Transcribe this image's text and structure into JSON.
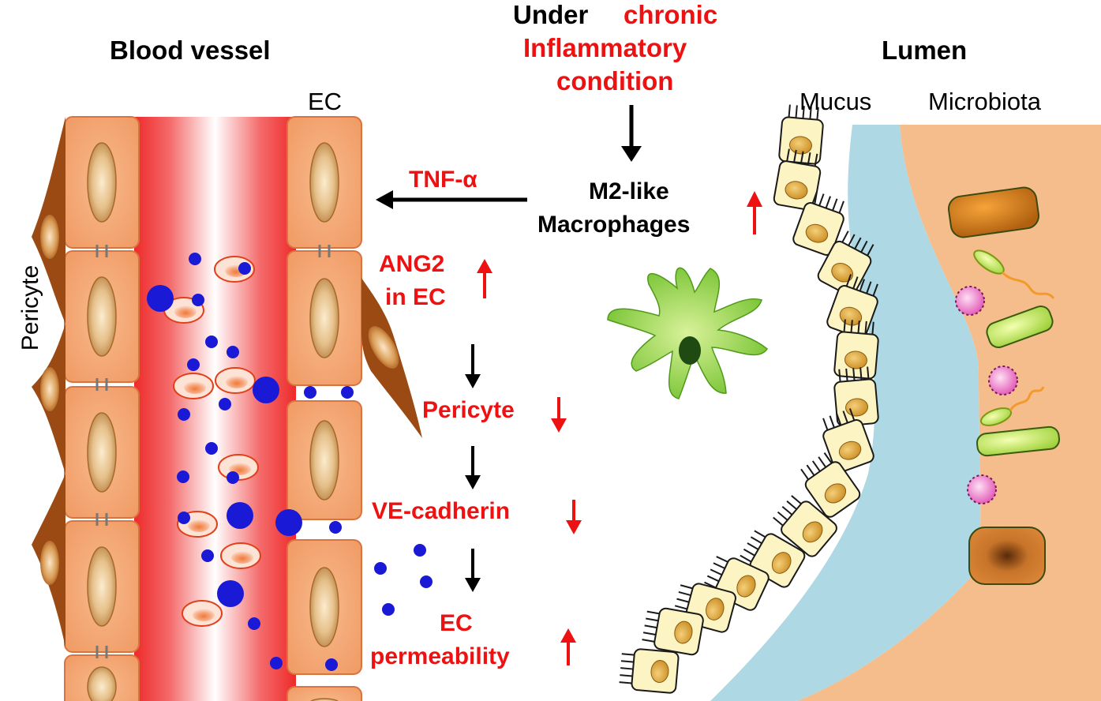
{
  "labels": {
    "blood_vessel": "Blood vessel",
    "ec": "EC",
    "pericyte_side": "Pericyte",
    "under": "Under",
    "chronic": "chronic",
    "inflammatory": "Inflammatory",
    "condition": "condition",
    "lumen": "Lumen",
    "mucus": "Mucus",
    "microbiota": "Microbiota",
    "tnf": "TNF-α",
    "m2_line1": "M2-like",
    "m2_line2": "Macrophages",
    "ang2_line1": "ANG2",
    "ang2_line2": "in EC",
    "pericyte_step": "Pericyte",
    "vecadherin": "VE-cadherin",
    "ec_perm_line1": "EC",
    "ec_perm_line2": "permeability"
  },
  "colors": {
    "red_text": "#ee1111",
    "cell_fill": "#f4a573",
    "cell_stroke": "#d9733f",
    "pericyte": "#9a4a12",
    "blood": "#f03a3a",
    "particle": "#1a1ad6",
    "mucus": "#aed8e4",
    "microbiota_bg": "#f5bc8c",
    "epithelium": "#fdf4c4",
    "macrophage": "#8fd14f"
  },
  "icons": {
    "arrow_down": "arrow-down-icon",
    "arrow_left": "arrow-left-icon",
    "up_arrow": "red-up-arrow-icon",
    "down_arrow": "red-down-arrow-icon"
  }
}
